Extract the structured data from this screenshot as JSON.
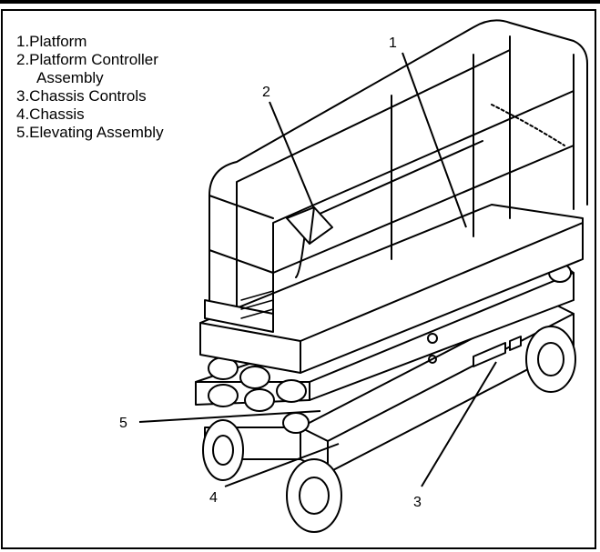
{
  "legend": {
    "item1": "1.Platform",
    "item2_line1": "2.Platform Controller",
    "item2_line2": "Assembly",
    "item3": "3.Chassis Controls",
    "item4": "4.Chassis",
    "item5": "5.Elevating Assembly"
  },
  "callouts": {
    "c1": "1",
    "c2": "2",
    "c3": "3",
    "c4": "4",
    "c5": "5"
  }
}
